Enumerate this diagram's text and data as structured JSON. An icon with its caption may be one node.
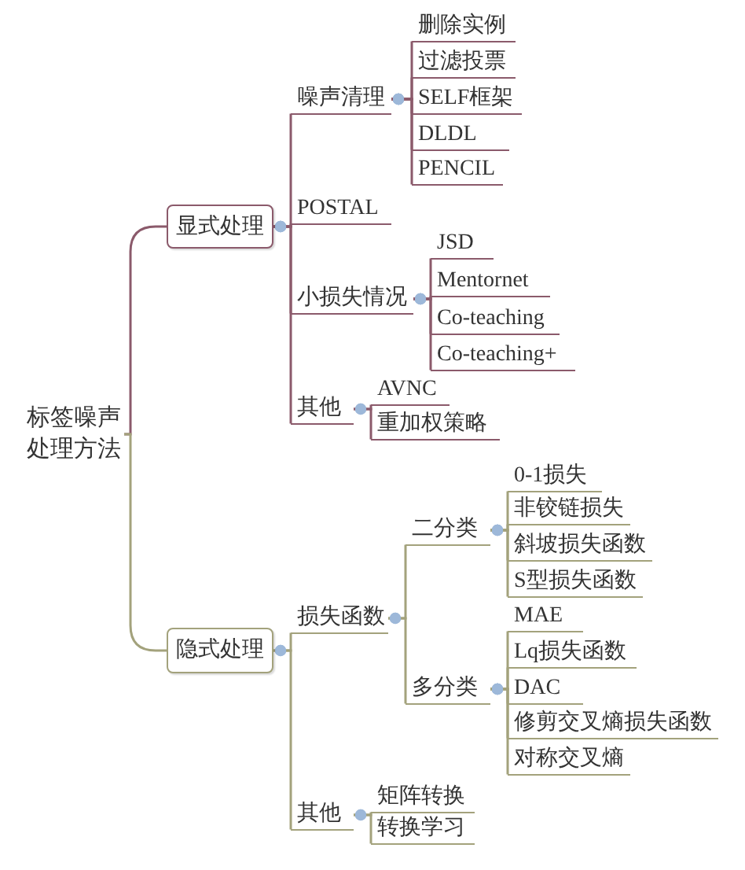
{
  "diagram": {
    "nodes": [
      {
        "text": [
          "标签噪声处理方法"
        ]
      },
      {
        "text": [
          "显式处理"
        ]
      },
      {
        "text": [
          "噪声清理"
        ]
      },
      {
        "text": [
          "删除实例"
        ]
      },
      {
        "text": [
          "过滤投票"
        ]
      },
      {
        "text": [
          "SELF框架"
        ]
      },
      {
        "text": [
          "DLDL"
        ]
      },
      {
        "text": [
          "PENCIL"
        ]
      },
      {
        "text": [
          "POSTAL"
        ]
      },
      {
        "text": [
          "小损失情况"
        ]
      },
      {
        "text": [
          "JSD"
        ]
      },
      {
        "text": [
          "Mentornet"
        ]
      },
      {
        "text": [
          "Co-teaching"
        ]
      },
      {
        "text": [
          "Co-teaching+"
        ]
      },
      {
        "text": [
          "其他"
        ]
      },
      {
        "text": [
          "AVNC"
        ]
      },
      {
        "text": [
          "重加权策略"
        ]
      },
      {
        "text": [
          "隐式处理"
        ]
      },
      {
        "text": [
          "损失函数"
        ]
      },
      {
        "text": [
          "二分类"
        ]
      },
      {
        "text": [
          "0-1损失"
        ]
      },
      {
        "text": [
          "非铰链损失"
        ]
      },
      {
        "text": [
          "斜坡损失函数"
        ]
      },
      {
        "text": [
          "S型损失函数"
        ]
      },
      {
        "text": [
          "多分类"
        ]
      },
      {
        "text": [
          "MAE"
        ]
      },
      {
        "text": [
          "Lq损失函数"
        ]
      },
      {
        "text": [
          "DAC"
        ]
      },
      {
        "text": [
          "修剪交叉熵损失函数"
        ]
      },
      {
        "text": [
          "对称交叉熵"
        ]
      },
      {
        "text": [
          "其他"
        ]
      },
      {
        "text": [
          "矩阵转换"
        ]
      },
      {
        "text": [
          "转换学习"
        ]
      }
    ],
    "edges": [
      {
        "from": 0,
        "to": 1,
        "arrow": "none",
        "color": "#8b5a6b"
      },
      {
        "from": 1,
        "to": 2,
        "arrow": "other",
        "color": "#8b5a6b"
      },
      {
        "from": 2,
        "to": 3,
        "arrow": "other",
        "color": "#8b5a6b"
      },
      {
        "from": 2,
        "to": 4,
        "arrow": "other",
        "color": "#8b5a6b"
      },
      {
        "from": 2,
        "to": 5,
        "arrow": "other",
        "color": "#8b5a6b"
      },
      {
        "from": 2,
        "to": 6,
        "arrow": "other",
        "color": "#8b5a6b"
      },
      {
        "from": 2,
        "to": 7,
        "arrow": "other",
        "color": "#8b5a6b"
      },
      {
        "from": 1,
        "to": 8,
        "arrow": "other",
        "color": "#8b5a6b"
      },
      {
        "from": 1,
        "to": 9,
        "arrow": "other",
        "color": "#8b5a6b"
      },
      {
        "from": 9,
        "to": 10,
        "arrow": "other",
        "color": "#8b5a6b"
      },
      {
        "from": 9,
        "to": 11,
        "arrow": "other",
        "color": "#8b5a6b"
      },
      {
        "from": 9,
        "to": 12,
        "arrow": "other",
        "color": "#8b5a6b"
      },
      {
        "from": 9,
        "to": 13,
        "arrow": "other",
        "color": "#8b5a6b"
      },
      {
        "from": 1,
        "to": 14,
        "arrow": "other",
        "color": "#8b5a6b"
      },
      {
        "from": 14,
        "to": 15,
        "arrow": "other",
        "color": "#8b5a6b"
      },
      {
        "from": 14,
        "to": 16,
        "arrow": "other",
        "color": "#8b5a6b"
      },
      {
        "from": 0,
        "to": 17,
        "arrow": "none",
        "color": "#a3a27c"
      },
      {
        "from": 17,
        "to": 18,
        "arrow": "other",
        "color": "#a3a27c"
      },
      {
        "from": 18,
        "to": 19,
        "arrow": "other",
        "color": "#a3a27c"
      },
      {
        "from": 19,
        "to": 20,
        "arrow": "other",
        "color": "#a3a27c"
      },
      {
        "from": 19,
        "to": 21,
        "arrow": "other",
        "color": "#a3a27c"
      },
      {
        "from": 19,
        "to": 22,
        "arrow": "other",
        "color": "#a3a27c"
      },
      {
        "from": 19,
        "to": 23,
        "arrow": "other",
        "color": "#a3a27c"
      },
      {
        "from": 18,
        "to": 24,
        "arrow": "other",
        "color": "#a3a27c"
      },
      {
        "from": 24,
        "to": 25,
        "arrow": "other",
        "color": "#a3a27c"
      },
      {
        "from": 24,
        "to": 26,
        "arrow": "other",
        "color": "#a3a27c"
      },
      {
        "from": 24,
        "to": 27,
        "arrow": "other",
        "color": "#a3a27c"
      },
      {
        "from": 24,
        "to": 28,
        "arrow": "other",
        "color": "#a3a27c"
      },
      {
        "from": 24,
        "to": 29,
        "arrow": "other",
        "color": "#a3a27c"
      },
      {
        "from": 17,
        "to": 30,
        "arrow": "other",
        "color": "#a3a27c"
      },
      {
        "from": 30,
        "to": 31,
        "arrow": "other",
        "color": "#a3a27c"
      },
      {
        "from": 30,
        "to": 32,
        "arrow": "other",
        "color": "#a3a27c"
      }
    ]
  }
}
